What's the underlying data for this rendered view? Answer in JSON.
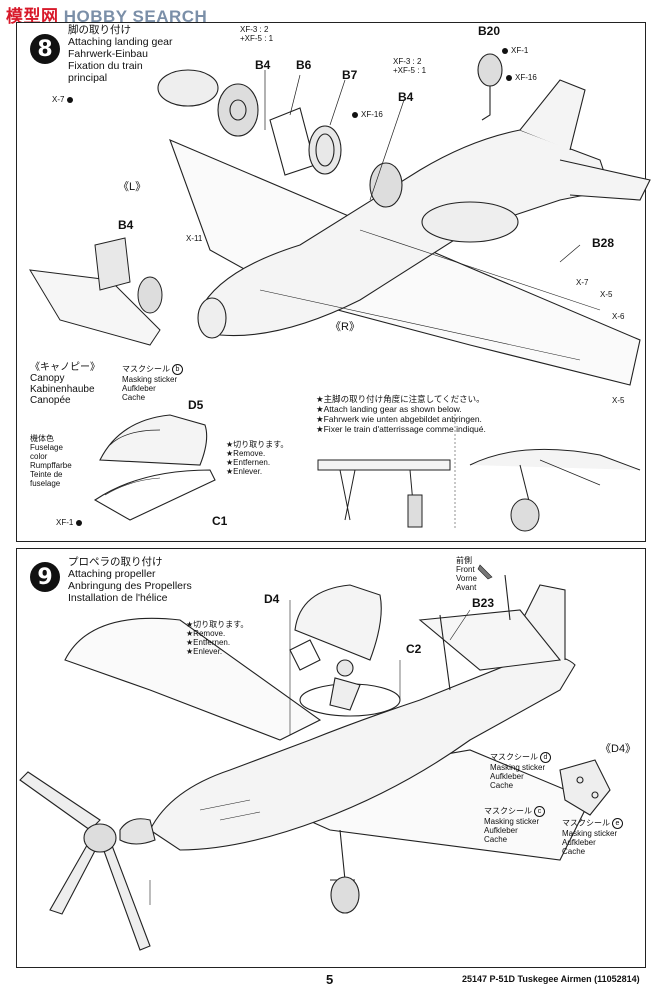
{
  "watermark": {
    "part_a": "模型网",
    "part_b": "HOBBY SEARCH"
  },
  "step8": {
    "number": "8",
    "title_jp": "脚の取り付け",
    "title_en": "Attaching landing gear",
    "title_de": "Fahrwerk-Einbau",
    "title_fr1": "Fixation du train",
    "title_fr2": "principal",
    "paint1": [
      "XF-3 : 2",
      "+XF-5 : 1"
    ],
    "paint2": [
      "XF-3 : 2",
      "+XF-5 : 1"
    ],
    "parts": {
      "b4a": "B4",
      "b6": "B6",
      "b7": "B7",
      "b4b": "B4",
      "b20": "B20",
      "b4c": "B4",
      "b28": "B28"
    },
    "colors": {
      "x7": "X-7",
      "xf16a": "XF-16",
      "xf1": "XF-1",
      "xf16b": "XF-16",
      "x11": "X-11",
      "x7b": "X-7",
      "x5": "X-5",
      "x6": "X-6",
      "x5b": "X-5"
    },
    "left_mark": "《L》",
    "right_mark": "《R》",
    "canopy": {
      "jp": "《キャノピー》",
      "en": "Canopy",
      "de": "Kabinenhaube",
      "fr": "Canopée",
      "mask_jp": "マスクシール",
      "mask_letter": "b",
      "mask_en": "Masking sticker",
      "mask_de": "Aufkleber",
      "mask_fr": "Cache",
      "d5": "D5",
      "c1": "C1",
      "fuse_jp": "機体色",
      "fuse_en1": "Fuselage",
      "fuse_en2": "color",
      "fuse_de": "Rumpffarbe",
      "fuse_fr1": "Teinte de",
      "fuse_fr2": "fuselage",
      "xf1": "XF-1",
      "cut_jp": "★切り取ります。",
      "cut_en": "★Remove.",
      "cut_de": "★Entfernen.",
      "cut_fr": "★Enlever."
    },
    "angle_note": {
      "jp": "★主脚の取り付け角度に注意してください。",
      "en": "★Attach landing gear as shown below.",
      "de": "★Fahrwerk wie unten abgebildet anbringen.",
      "fr": "★Fixer le train d'atterrissage comme indiqué."
    }
  },
  "step9": {
    "number": "9",
    "title_jp": "プロペラの取り付け",
    "title_en": "Attaching propeller",
    "title_de": "Anbringung des Propellers",
    "title_fr": "Installation de l'hélice",
    "d4": "D4",
    "c2": "C2",
    "b23": "B23",
    "d4_mark": "《D4》",
    "cut_jp": "★切り取ります。",
    "cut_en": "★Remove.",
    "cut_de": "★Entfernen.",
    "cut_fr": "★Enlever.",
    "front_jp": "前側",
    "front_en": "Front",
    "front_de": "Vorne",
    "front_fr": "Avant",
    "masks": [
      {
        "jp": "マスクシール",
        "letter": "d",
        "en": "Masking sticker",
        "de": "Aufkleber",
        "fr": "Cache"
      },
      {
        "jp": "マスクシール",
        "letter": "c",
        "en": "Masking sticker",
        "de": "Aufkleber",
        "fr": "Cache"
      },
      {
        "jp": "マスクシール",
        "letter": "e",
        "en": "Masking sticker",
        "de": "Aufkleber",
        "fr": "Cache"
      }
    ]
  },
  "footer": {
    "page": "5",
    "code": "25147",
    "title": "P-51D Tuskegee Airmen (11052814)"
  }
}
